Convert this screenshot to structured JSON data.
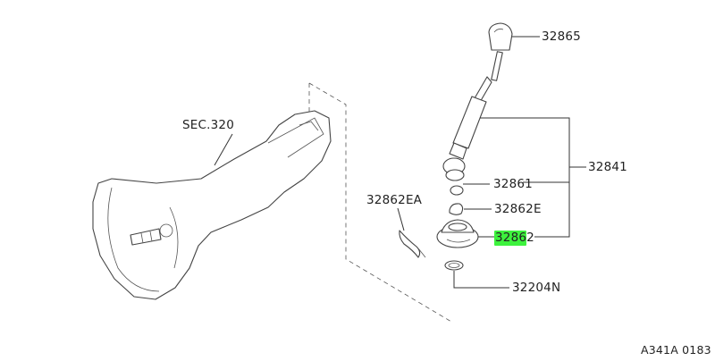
{
  "labels": {
    "sec320": "SEC.320",
    "p32865": "32865",
    "p32841": "32841",
    "p32861": "32861",
    "p32862E": "32862E",
    "p32862EA": "32862EA",
    "p32862_hl": "3286",
    "p32862_rest": "2",
    "p32204N": "32204N",
    "ref": "A341A 0183"
  },
  "highlight_color": "#3df23d"
}
